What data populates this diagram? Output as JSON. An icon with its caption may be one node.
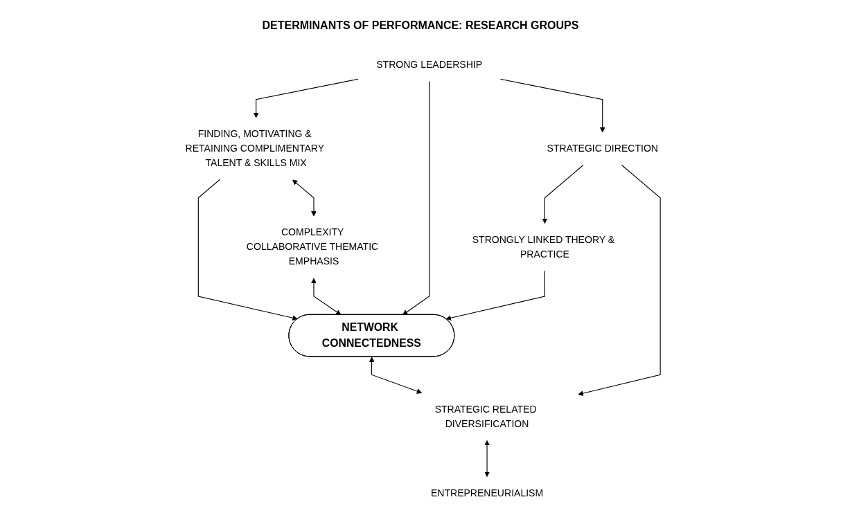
{
  "diagram": {
    "title": "DETERMINANTS OF PERFORMANCE: RESEARCH GROUPS",
    "nodes": [
      {
        "text": [
          "STRONG LEADERSHIP"
        ]
      },
      {
        "text": [
          "STRATEGIC DIRECTION"
        ]
      },
      {
        "text": [
          "FINDING, MOTIVATING & RETAINING COMPLIMENTARY TALENT & SKILLS MIX"
        ]
      },
      {
        "text": [
          "STRONGLY LINKED THEORY & PRACTICE"
        ]
      },
      {
        "text": [
          "NETWORK CONNECTEDNESS"
        ]
      },
      {
        "text": [
          "STRATEGIC RELATED DIVERSIFICATION"
        ]
      },
      {
        "text": [
          "COMPLEXITY COLLABORATIVE THEMATIC EMPHASIS"
        ]
      },
      {
        "text": [
          "ENTREPRENEURIALISM"
        ]
      }
    ],
    "edges": [
      {
        "from": 0,
        "to": 2,
        "arrow": "to"
      },
      {
        "from": 0,
        "to": 4,
        "arrow": "to"
      },
      {
        "from": 0,
        "to": 1,
        "arrow": "to"
      },
      {
        "from": 1,
        "to": 3,
        "arrow": "to"
      },
      {
        "from": 1,
        "to": 5,
        "arrow": "to"
      },
      {
        "from": 2,
        "to": 4,
        "arrow": "to"
      },
      {
        "from": 3,
        "to": 4,
        "arrow": "to"
      },
      {
        "from": 2,
        "to": 6,
        "arrow": "both"
      },
      {
        "from": 6,
        "to": 4,
        "arrow": "both"
      },
      {
        "from": 4,
        "to": 5,
        "arrow": "both"
      },
      {
        "from": 5,
        "to": 7,
        "arrow": "both"
      }
    ]
  }
}
